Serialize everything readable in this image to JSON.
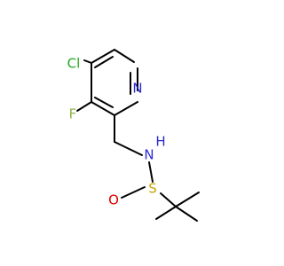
{
  "colors": {
    "bond": "#000000",
    "Cl": "#1faa1f",
    "F": "#8fb342",
    "N": "#2a2ad4",
    "S": "#c8a400",
    "O": "#e00000"
  },
  "atoms": {
    "chlorine": "Cl",
    "fluorine": "F",
    "pyridine_nitrogen": "N",
    "amine_nitrogen": "N",
    "amine_hydrogen": "H",
    "sulfur": "S",
    "oxygen": "O"
  }
}
